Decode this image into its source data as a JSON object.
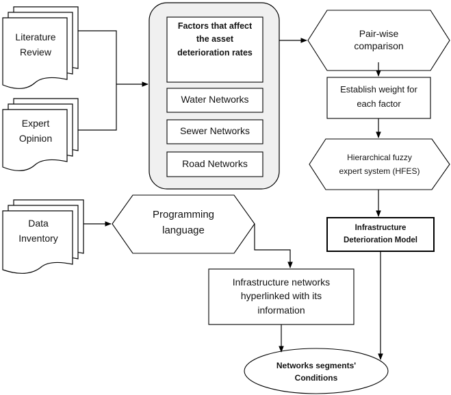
{
  "sources": {
    "literature_review": "Literature\nReview",
    "expert_opinion": "Expert\nOpinion",
    "data_inventory": "Data\nInventory"
  },
  "factors": {
    "header": "Factors that affect\nthe asset\ndeterioration rates",
    "water": "Water Networks",
    "sewer": "Sewer Networks",
    "road": "Road Networks"
  },
  "right_flow": {
    "pairwise": "Pair-wise\ncomparison",
    "weight": "Establish weight for\neach factor",
    "hfes": "Hierarchical fuzzy\nexpert system  (HFES)",
    "model": "Infrastructure\nDeterioration Model"
  },
  "programming": "Programming\nlanguage",
  "infrastructure_box": "Infrastructure networks\nhyperlinked with its\ninformation",
  "output": "Networks segments'\nConditions"
}
